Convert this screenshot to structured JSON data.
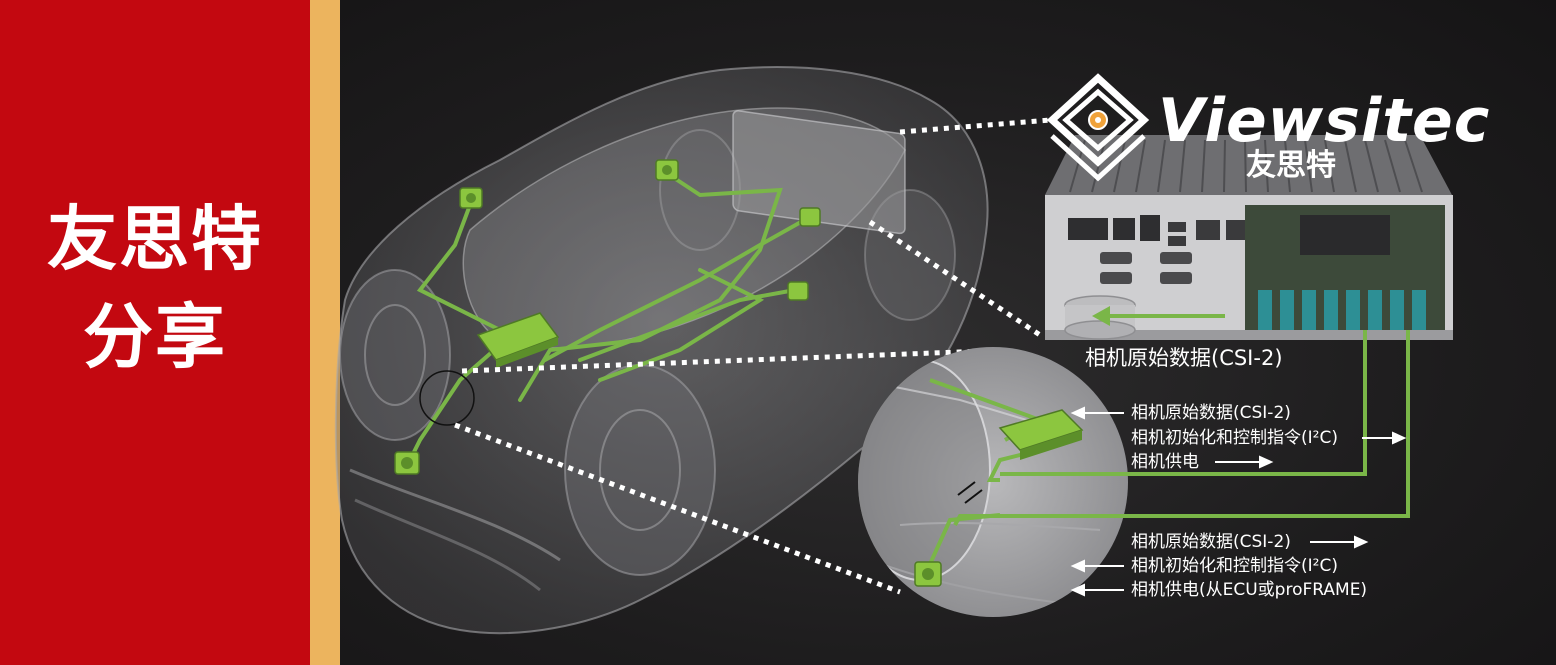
{
  "side_panel": {
    "line1": "友思特",
    "line2": "分享"
  },
  "brand": {
    "name": "Viewsitec",
    "sub": "友思特"
  },
  "ecu_box": {
    "caption": "相机原始数据(CSI-2)"
  },
  "upper_group": {
    "raw_data": "相机原始数据(CSI-2)",
    "init_control": "相机初始化和控制指令(I²C)",
    "power": "相机供电"
  },
  "lower_group": {
    "raw_data": "相机原始数据(CSI-2)",
    "init_control": "相机初始化和控制指令(I²C)",
    "power": "相机供电(从ECU或proFRAME)"
  },
  "colors": {
    "brand_red": "#c30810",
    "gold": "#ecb45e",
    "wire_green": "#7ab648",
    "background": "#1b1a1b"
  },
  "icons": [
    "viewsitec-logo-icon",
    "camera-module-icon",
    "serializer-module-icon",
    "break-mark-icon"
  ]
}
